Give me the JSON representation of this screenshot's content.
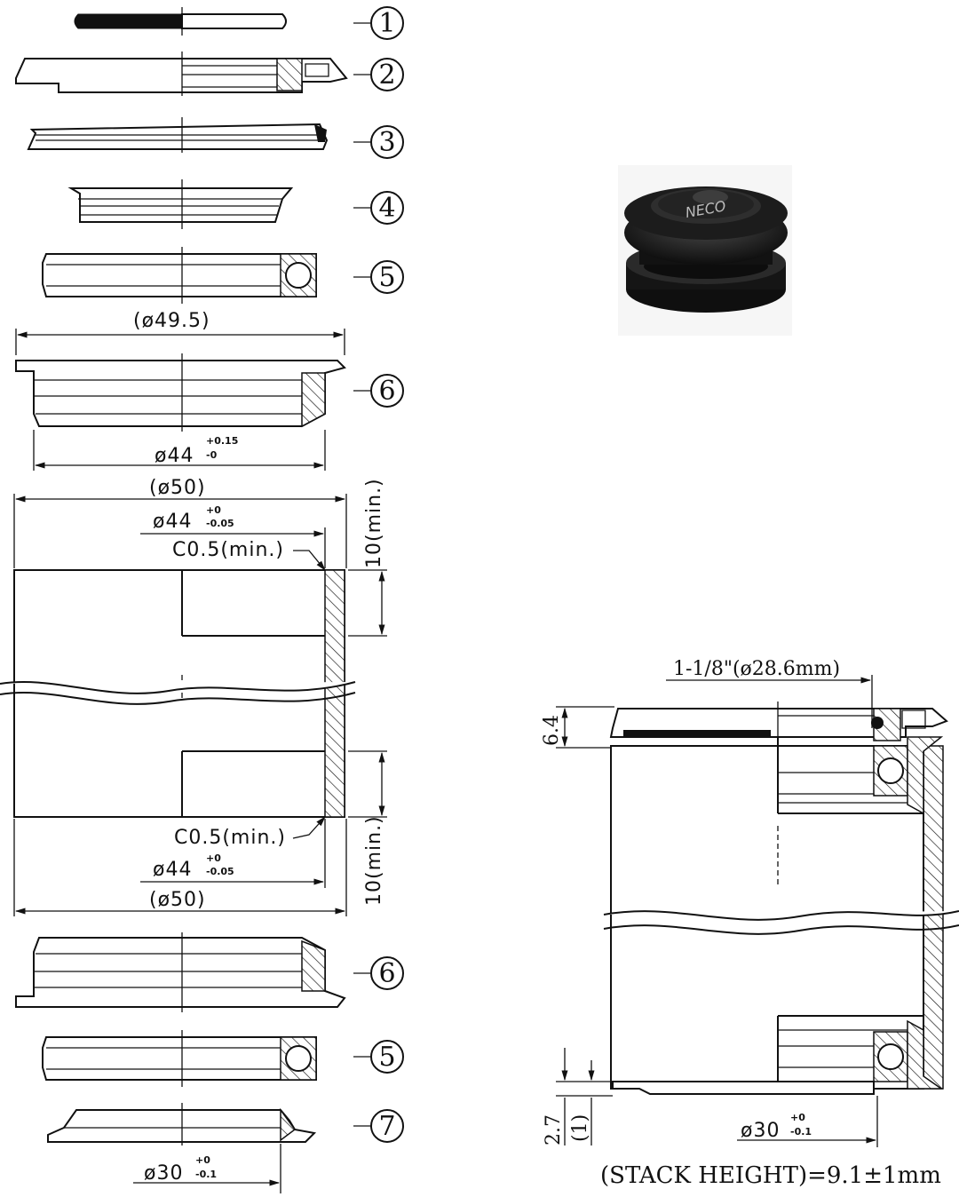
{
  "callouts": [
    {
      "num": "1",
      "part": "part-1-seal-ring"
    },
    {
      "num": "2",
      "part": "part-2-top-cover"
    },
    {
      "num": "3",
      "part": "part-3-seal"
    },
    {
      "num": "4",
      "part": "part-4-compression-ring"
    },
    {
      "num": "5",
      "part": "part-5-upper-bearing"
    },
    {
      "num": "6",
      "part": "part-6-upper-cup"
    },
    {
      "num": "6",
      "part": "part-6-lower-cup"
    },
    {
      "num": "5",
      "part": "part-5-lower-bearing"
    },
    {
      "num": "7",
      "part": "part-7-crown-race"
    }
  ],
  "dimensions": {
    "cup_flange_dia": "(ø49.5)",
    "cup_press_dia": "ø44",
    "cup_press_tol_upper": "+0.15",
    "cup_press_tol_lower": "-0",
    "tube_outer_dia_top": "(ø50)",
    "tube_inner_dia_top": "ø44",
    "tube_tol_upper": "+0",
    "tube_tol_lower": "-0.05",
    "chamfer_top": "C0.5(min.)",
    "depth_top": "10(min.)",
    "chamfer_bottom": "C0.5(min.)",
    "tube_inner_dia_bottom": "ø44",
    "tube_tol_upper_b": "+0",
    "tube_tol_lower_b": "-0.05",
    "tube_outer_dia_bottom": "(ø50)",
    "depth_bottom": "10(min.)",
    "crown_race_dia": "ø30",
    "crown_race_tol_upper": "+0",
    "crown_race_tol_lower": "-0.1",
    "steerer": "1-1/8\"(ø28.6mm)",
    "top_height": "6.4",
    "bottom_height": "2.7",
    "bottom_height_paren": "(1)",
    "assembly_crown_race_dia": "ø30",
    "assembly_crown_race_tol_upper": "+0",
    "assembly_crown_race_tol_lower": "-0.1",
    "stack_height": "(STACK HEIGHT)=9.1±1mm"
  },
  "product_photo": {
    "brand_text": "NECO",
    "color": "#1c1c1c"
  }
}
